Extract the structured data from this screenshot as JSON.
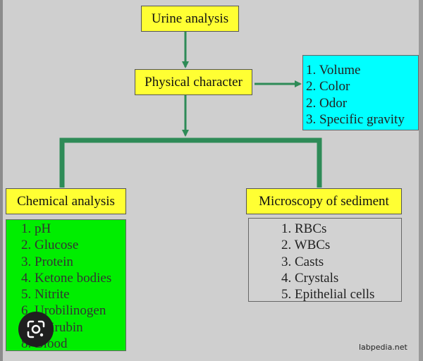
{
  "diagram": {
    "root": "Urine analysis",
    "physical": {
      "label": "Physical character",
      "items": [
        "1. Volume",
        "2. Color",
        "2. Odor",
        "3. Specific gravity"
      ]
    },
    "chemical": {
      "label": "Chemical analysis",
      "items": [
        "1. pH",
        "2. Glucose",
        "3. Protein",
        "4. Ketone bodies",
        "5. Nitrite",
        "6. Urobilinogen",
        "7. Bilirubin",
        "8. Blood"
      ]
    },
    "microscopy": {
      "label": "Microscopy of sediment",
      "items": [
        "1. RBCs",
        "2. WBCs",
        "3. Casts",
        "4. Crystals",
        "5. Epithelial cells"
      ]
    },
    "credit": "labpedia.net"
  },
  "colors": {
    "title_box": "#ffff33",
    "physical_list": "#00ffff",
    "chemical_list": "#00ee00",
    "microscopy_list": "#d2d2d2",
    "connector": "#2e8b57",
    "background": "#cfcfcf"
  },
  "overlay": {
    "icon": "google-lens-icon"
  }
}
